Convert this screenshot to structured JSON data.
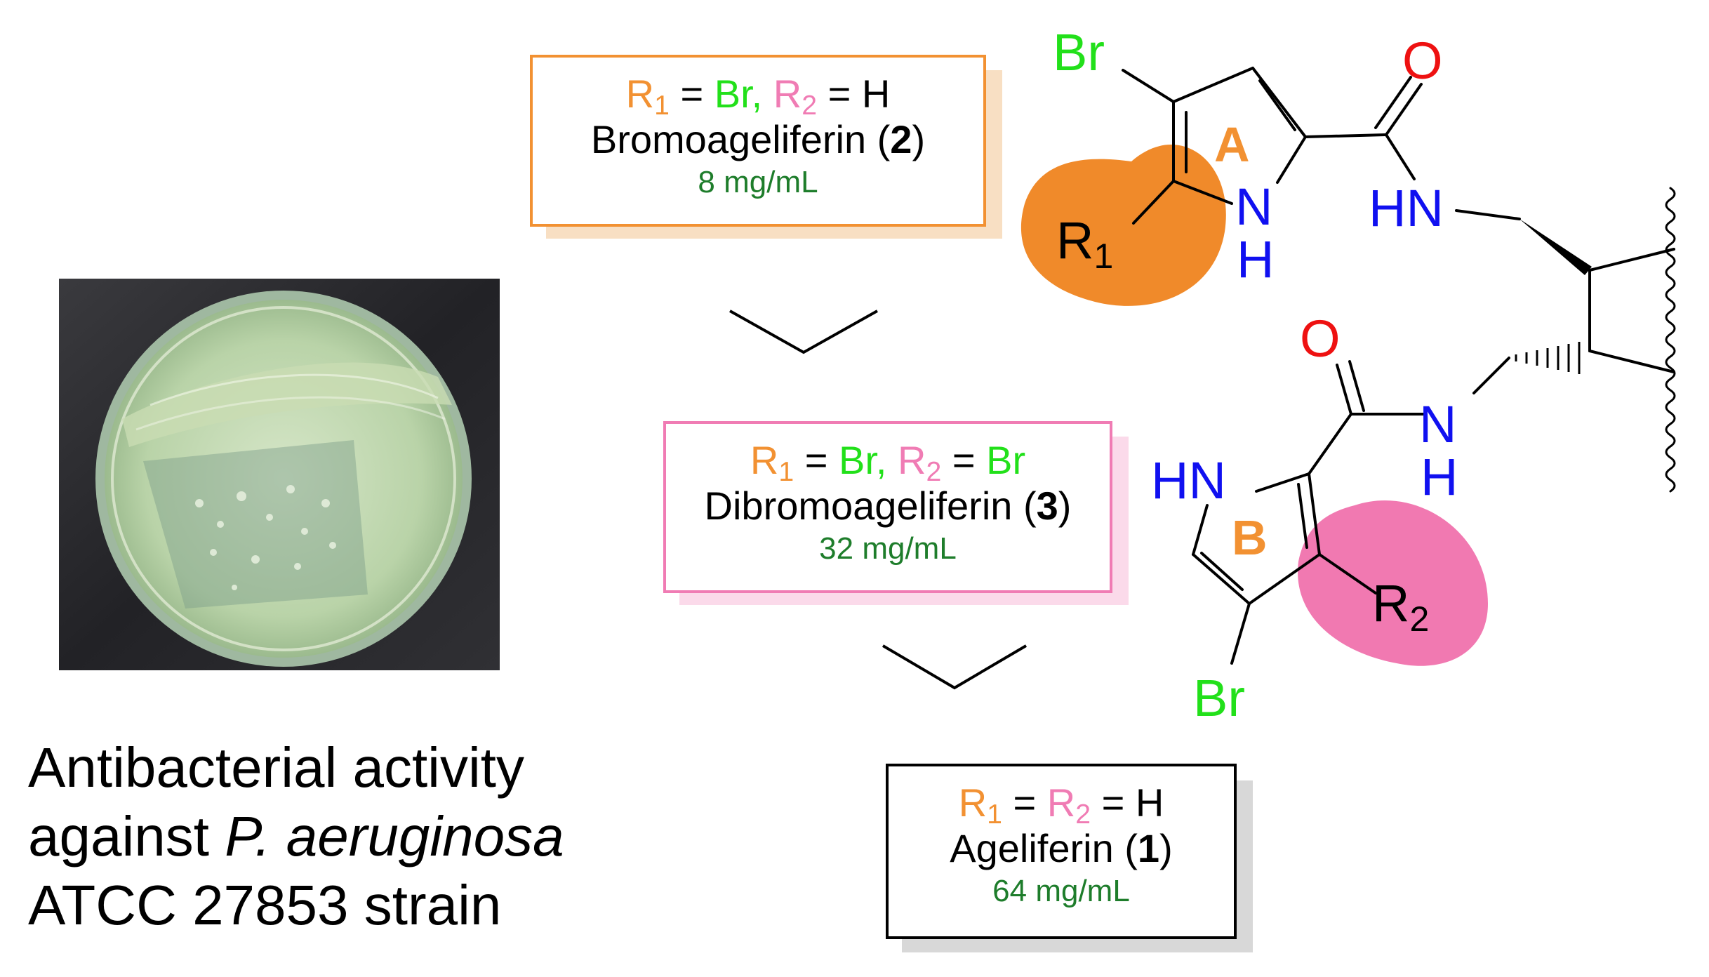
{
  "compounds": [
    {
      "r1_label": "R",
      "r1_sub": "1",
      "eq": " = ",
      "r1_value": "Br,",
      "r2_label": "R",
      "r2_sub": "2",
      "r2_value": "H",
      "name": "Bromoageliferin (",
      "number": "2",
      "close": ")",
      "mic": "8 mg/mL"
    },
    {
      "r1_label": "R",
      "r1_sub": "1",
      "eq": " = ",
      "r1_value": "Br,",
      "r2_label": "R",
      "r2_sub": "2",
      "r2_value": "Br",
      "name": "Dibromoageliferin (",
      "number": "3",
      "close": ")",
      "mic": "32 mg/mL"
    },
    {
      "r1_label": "R",
      "r1_sub": "1",
      "eq": " = ",
      "r2_label": "R",
      "r2_sub": "2",
      "r2_value": "H",
      "name": "Ageliferin (",
      "number": "1",
      "close": ")",
      "mic": "64 mg/mL"
    }
  ],
  "caption": {
    "line1": "Antibacterial activity",
    "line2_prefix": "against ",
    "line2_italic": "P. aeruginosa",
    "line3": "ATCC 27853 strain"
  },
  "structure": {
    "br_top": "Br",
    "br_bottom": "Br",
    "o_top": "O",
    "o_bottom": "O",
    "ring_a": "A",
    "ring_b": "B",
    "nh_n": "N",
    "nh_h": "H",
    "hn_top": "HN",
    "hn_ring_b": "HN",
    "n_bottom": "N",
    "h_bottom": "H",
    "r1_label": "R",
    "r1_sub": "1",
    "r2_label": "R",
    "r2_sub": "2"
  },
  "colors": {
    "r1": "#f29132",
    "r2": "#f07cb4",
    "br": "#22e01a",
    "n": "#1010f0",
    "o": "#ee1111",
    "mic": "#1e7d2b",
    "ring_label": "#f29132"
  }
}
